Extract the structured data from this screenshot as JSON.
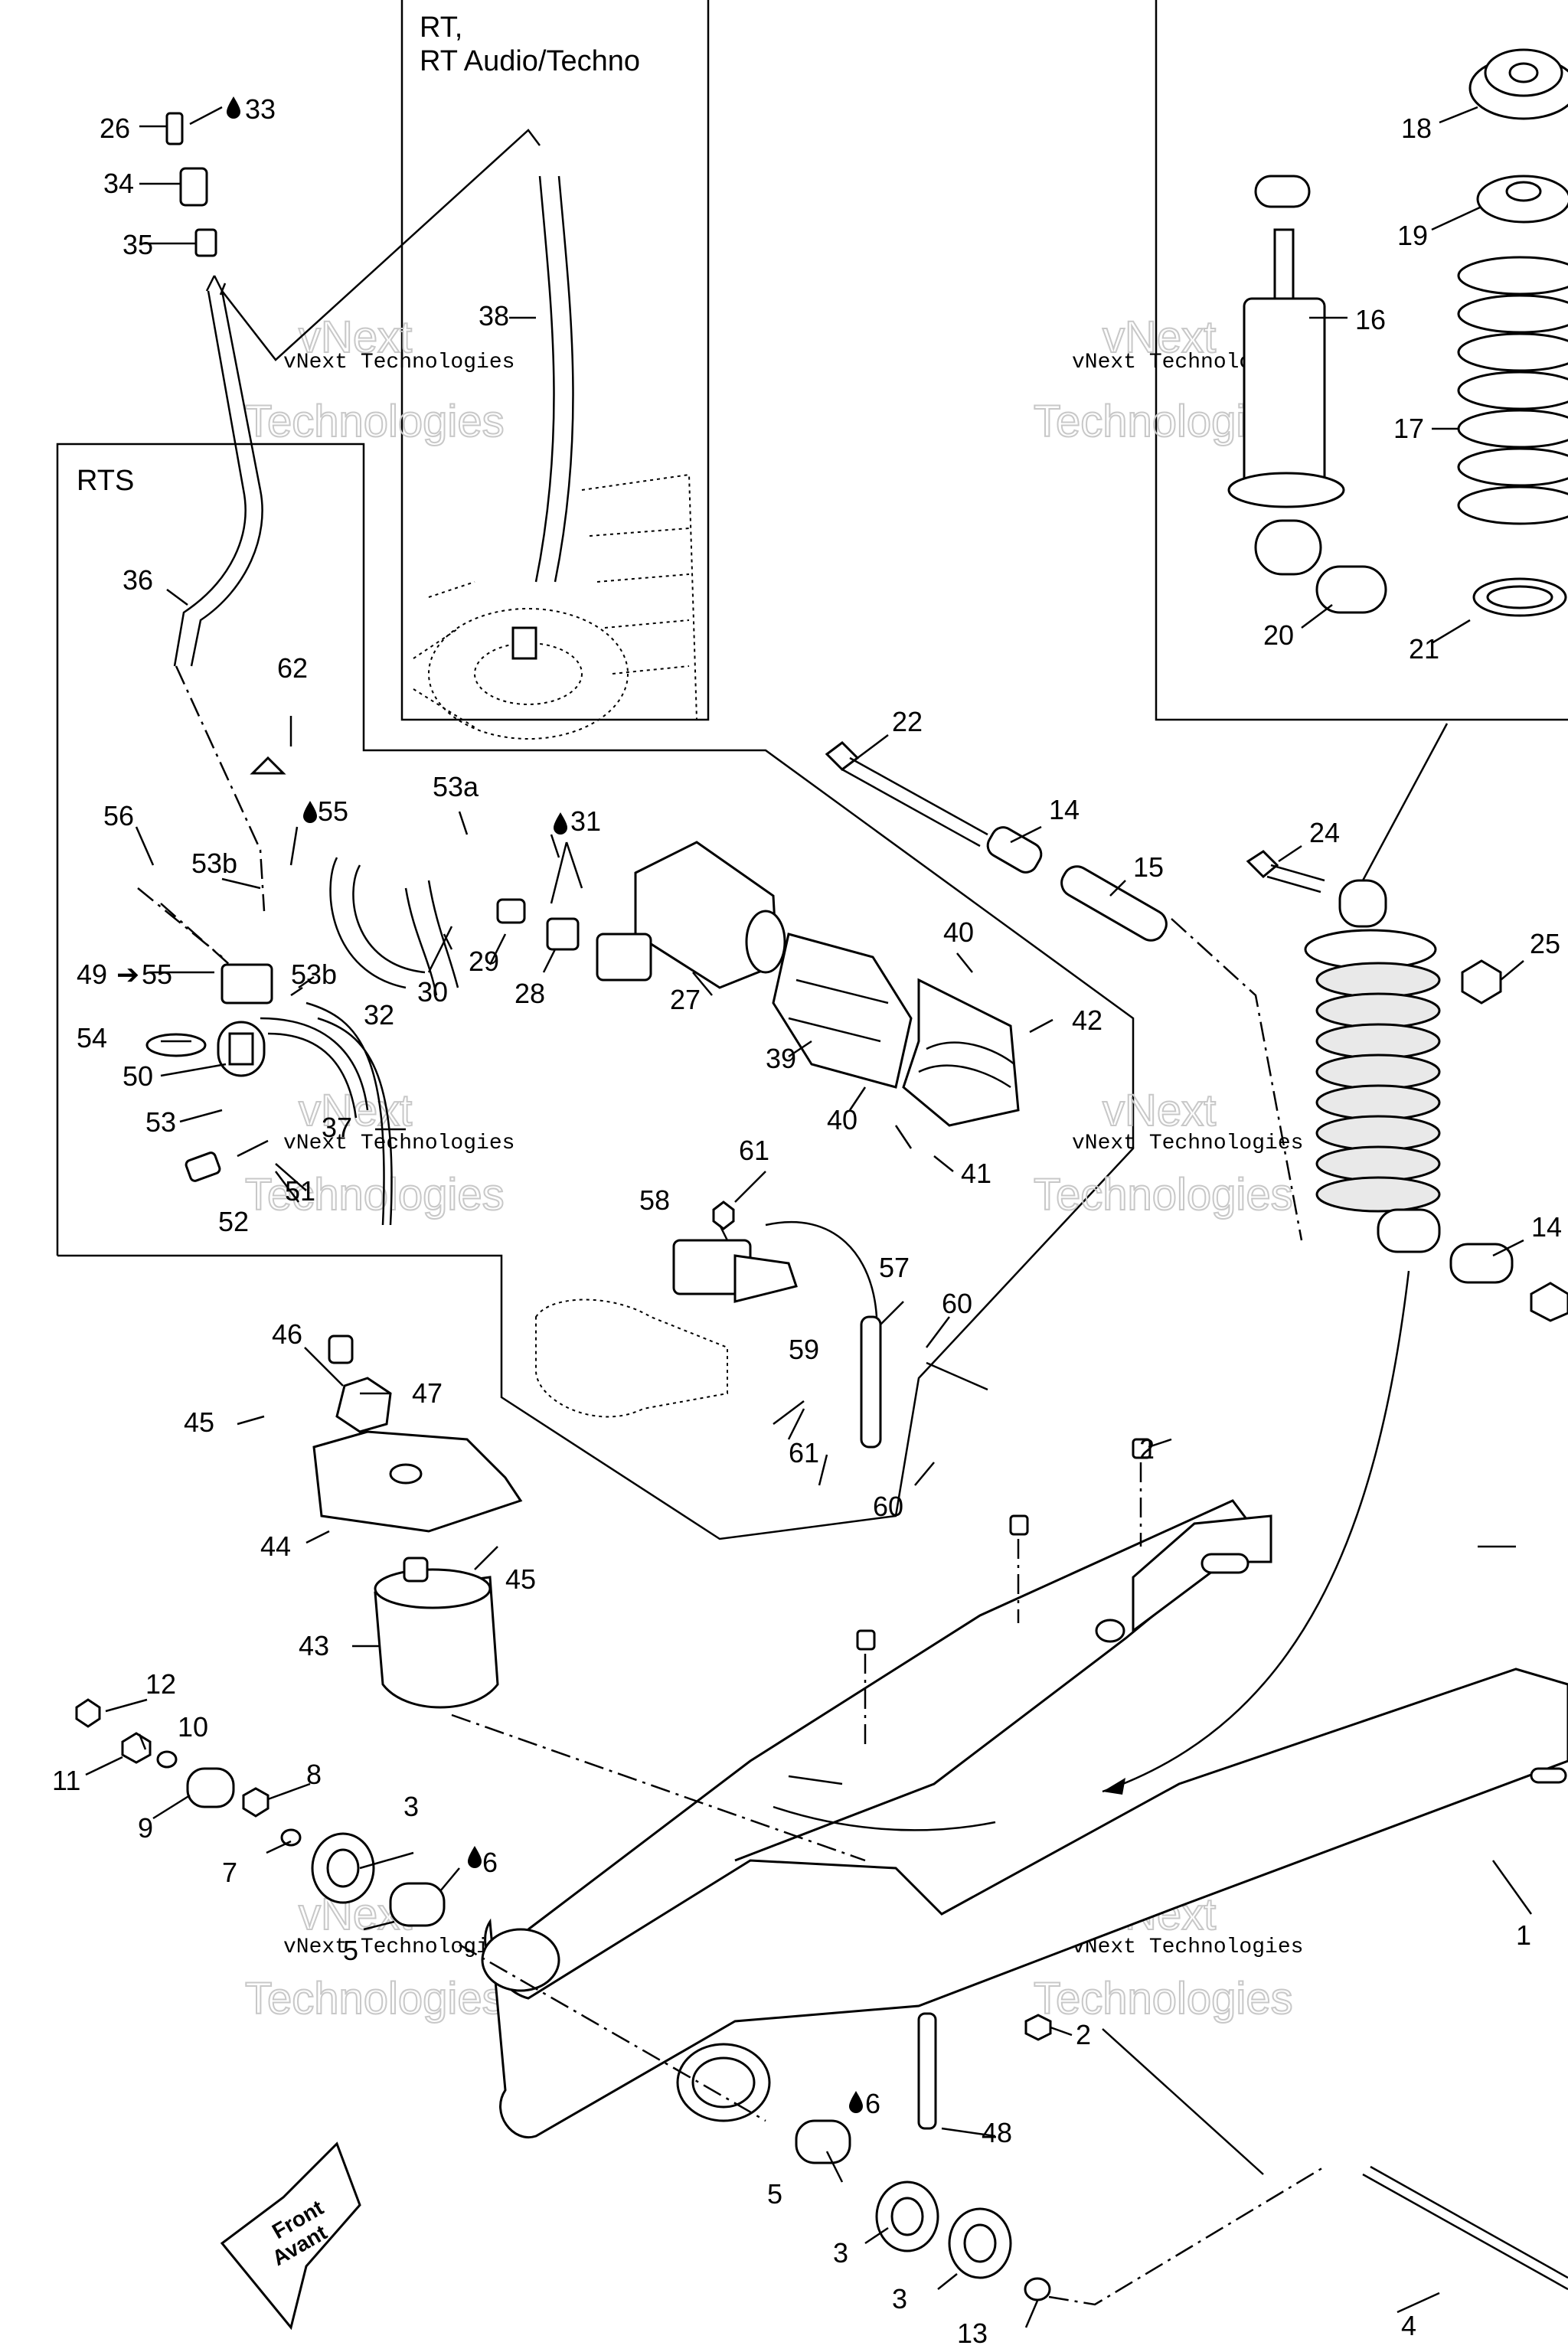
{
  "inset_labels": {
    "rt": "RT,",
    "rt_audio_techno": "RT Audio/Techno",
    "rts": "RTS"
  },
  "orientation": {
    "front": "Front",
    "avant": "Avant"
  },
  "watermark": {
    "small": "vNext Technologies",
    "line1": "vNext",
    "line2": "Technologies"
  },
  "callouts": {
    "n1": "1",
    "n2a": "2",
    "n2b": "2",
    "n3a": "3",
    "n3b": "3",
    "n3c": "3",
    "n4": "4",
    "n5a": "5",
    "n5b": "5",
    "n6a": "6",
    "n6b": "6",
    "n7": "7",
    "n8": "8",
    "n9": "9",
    "n10": "10",
    "n11": "11",
    "n12": "12",
    "n13": "13",
    "n14a": "14",
    "n14b": "14",
    "n15": "15",
    "n16": "16",
    "n17": "17",
    "n18": "18",
    "n19": "19",
    "n20": "20",
    "n21": "21",
    "n22": "22",
    "n24": "24",
    "n25": "25",
    "n26": "26",
    "n27": "27",
    "n28": "28",
    "n29": "29",
    "n30": "30",
    "n31": "31",
    "n32": "32",
    "n33": "33",
    "n34": "34",
    "n35": "35",
    "n36": "36",
    "n37": "37",
    "n38": "38",
    "n39": "39",
    "n40a": "40",
    "n40b": "40",
    "n41": "41",
    "n42": "42",
    "n43": "43",
    "n44": "44",
    "n45a": "45",
    "n45b": "45",
    "n46": "46",
    "n47": "47",
    "n48": "48",
    "n49": "49",
    "n50": "50",
    "n51": "51",
    "n52": "52",
    "n53": "53",
    "n53a": "53a",
    "n53b1": "53b",
    "n53b2": "53b",
    "n54": "54",
    "n55a": "55",
    "n55b": "55",
    "n56": "56",
    "n57": "57",
    "n58": "58",
    "n59": "59",
    "n60a": "60",
    "n60b": "60",
    "n61a": "61",
    "n61b": "61",
    "n62": "62"
  }
}
